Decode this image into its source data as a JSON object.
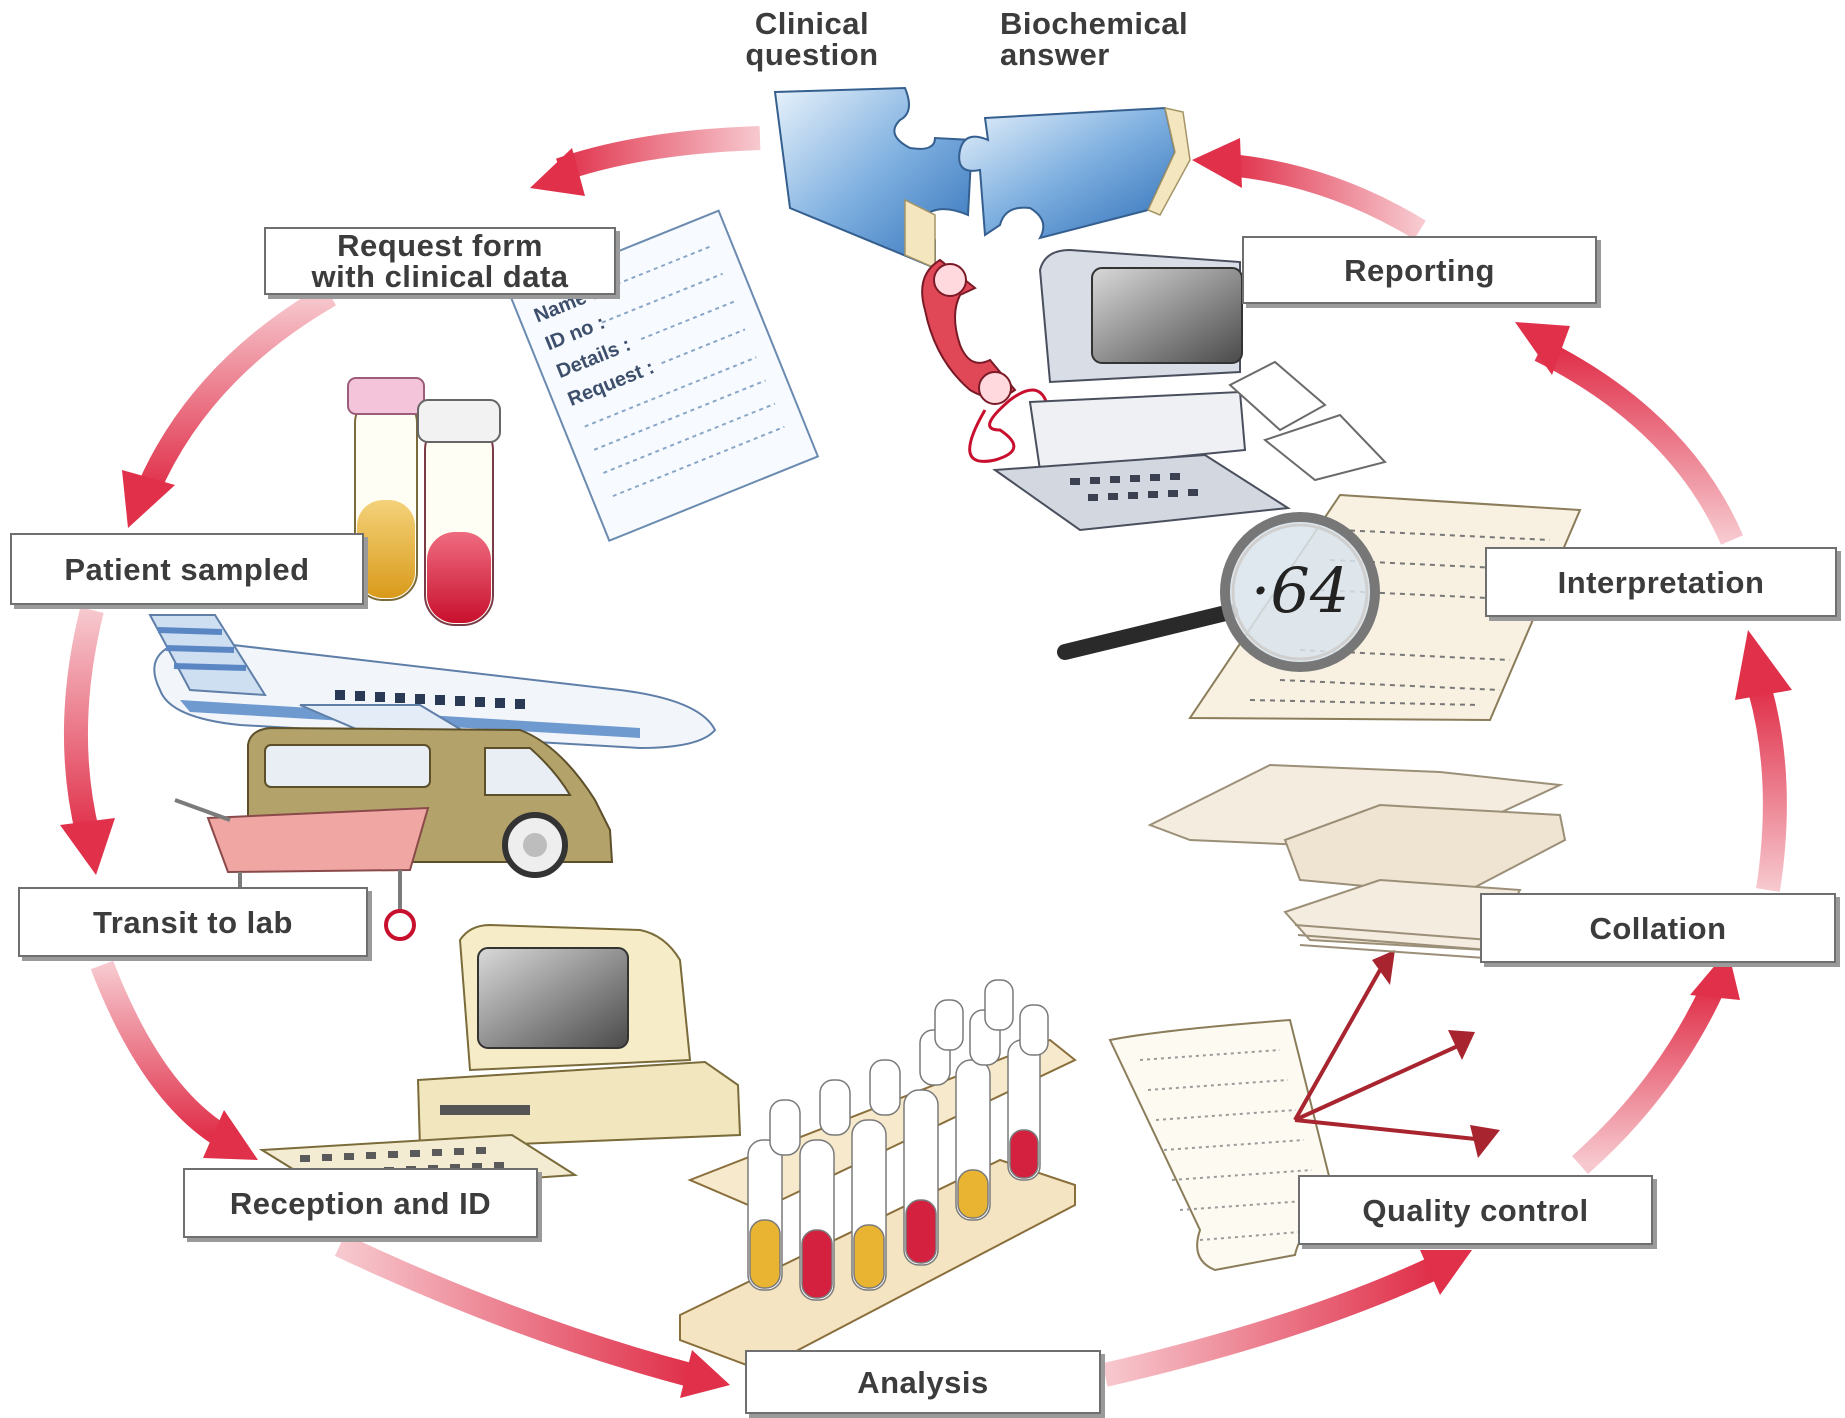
{
  "diagram": {
    "labels": {
      "clinical_question": [
        "Clinical",
        "question"
      ],
      "biochemical_answer": [
        "Biochemical",
        "answer"
      ],
      "request_form": [
        "Request form",
        "with clinical data"
      ],
      "patient_sampled": "Patient sampled",
      "transit": "Transit to lab",
      "reception": "Reception and ID",
      "analysis": "Analysis",
      "quality_control": "Quality control",
      "collation": "Collation",
      "interpretation": "Interpretation",
      "reporting": "Reporting"
    },
    "form_fields": [
      "Name :",
      "ID no :",
      "Details :",
      "Request :"
    ],
    "magnifier_text": "·64",
    "colors": {
      "arrow": "#e0384c",
      "arrow_light": "#f7c9cf",
      "puzzle_blue": "#4f8fd0",
      "puzzle_cream": "#f4e7c0",
      "tube_yellow": "#e9b431",
      "tube_red": "#d52140"
    }
  }
}
